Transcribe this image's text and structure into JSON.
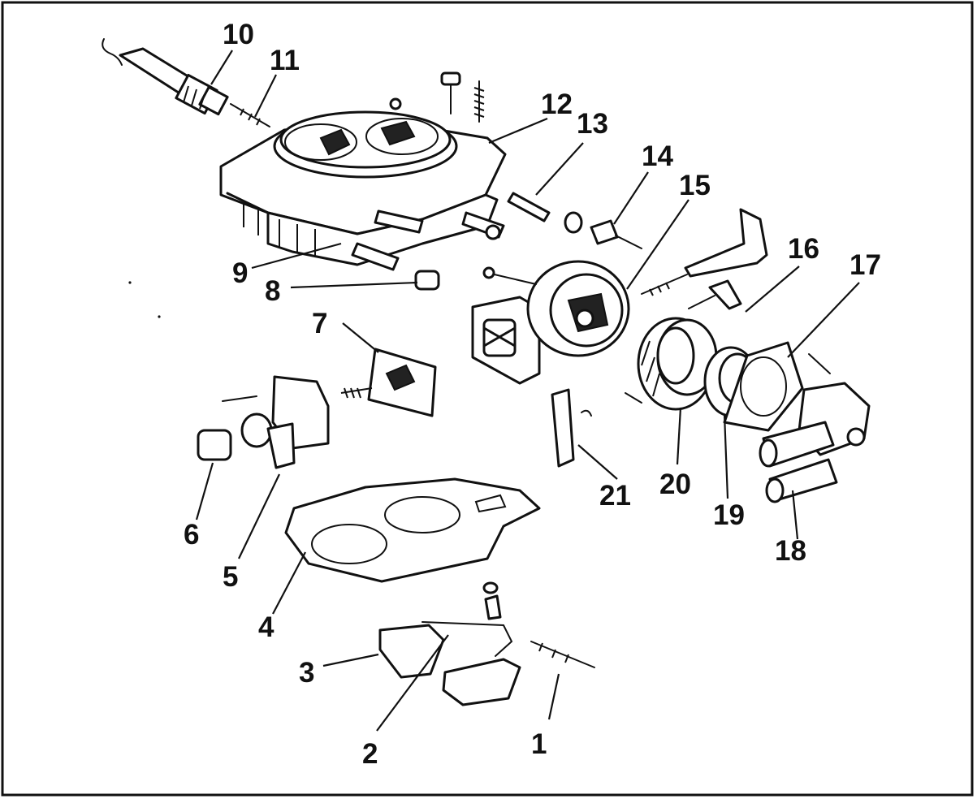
{
  "callouts": [
    {
      "id": "1",
      "text": "1"
    },
    {
      "id": "2",
      "text": "2"
    },
    {
      "id": "3",
      "text": "3"
    },
    {
      "id": "4",
      "text": "4"
    },
    {
      "id": "5",
      "text": "5"
    },
    {
      "id": "6",
      "text": "6"
    },
    {
      "id": "7",
      "text": "7"
    },
    {
      "id": "8",
      "text": "8"
    },
    {
      "id": "9",
      "text": "9"
    },
    {
      "id": "10",
      "text": "10"
    },
    {
      "id": "11",
      "text": "11"
    },
    {
      "id": "12",
      "text": "12"
    },
    {
      "id": "13",
      "text": "13"
    },
    {
      "id": "14",
      "text": "14"
    },
    {
      "id": "15",
      "text": "15"
    },
    {
      "id": "16",
      "text": "16"
    },
    {
      "id": "17",
      "text": "17"
    },
    {
      "id": "18",
      "text": "18"
    },
    {
      "id": "19",
      "text": "19"
    },
    {
      "id": "20",
      "text": "20"
    },
    {
      "id": "21",
      "text": "21"
    }
  ]
}
